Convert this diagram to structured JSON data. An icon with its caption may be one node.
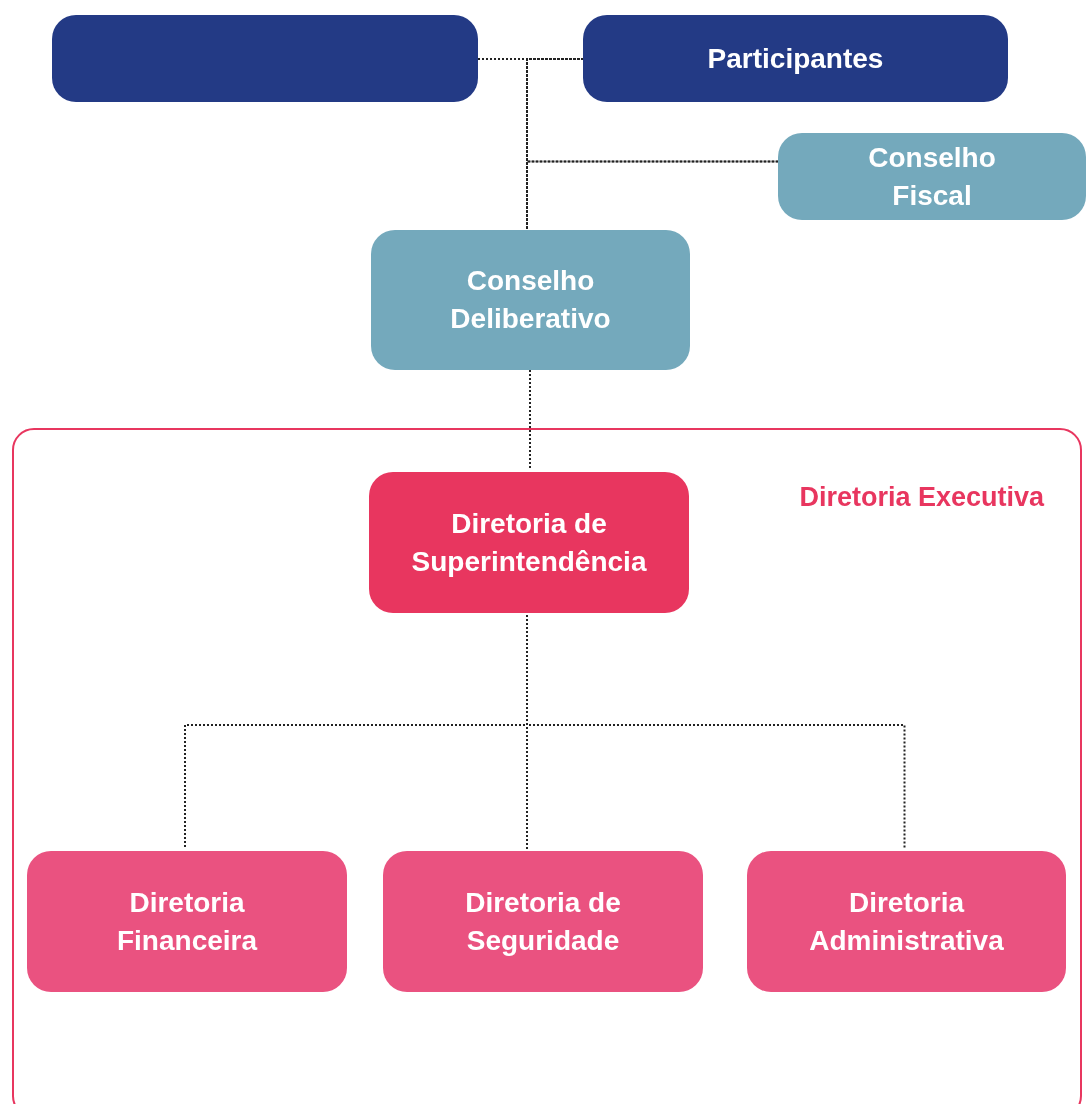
{
  "diagram": {
    "nodes": [
      {
        "text": [],
        "shape": "box"
      },
      {
        "text": [
          "Participantes"
        ]
      },
      {
        "text": [
          "Conselho Fiscal"
        ]
      },
      {
        "text": [
          "Conselho Deliberativo"
        ]
      },
      {
        "text": [
          "Diretoria Executiva"
        ]
      },
      {
        "text": [
          "Diretoria de Superintendência"
        ],
        "in": 4
      },
      {
        "text": [
          "Diretoria Financeira"
        ],
        "in": 4
      },
      {
        "text": [
          "Diretoria de Seguridade"
        ],
        "in": 4
      },
      {
        "text": [
          "Diretoria Administrativa"
        ],
        "in": 4
      }
    ],
    "edges": [
      {
        "from": 0,
        "to": 1,
        "arrow": "none",
        "style": "dashed"
      },
      {
        "from": 0,
        "to": 3,
        "arrow": "none",
        "style": "dashed"
      },
      {
        "from": 1,
        "to": 3,
        "arrow": "none",
        "style": "dashed"
      },
      {
        "from": 0,
        "to": 2,
        "arrow": "none",
        "style": "dashed"
      },
      {
        "from": 1,
        "to": 2,
        "arrow": "none",
        "style": "dashed"
      },
      {
        "from": 3,
        "to": 5,
        "arrow": "none",
        "style": "dashed"
      },
      {
        "from": 5,
        "to": 6,
        "arrow": "none",
        "style": "dashed"
      },
      {
        "from": 5,
        "to": 7,
        "arrow": "none",
        "style": "dashed"
      },
      {
        "from": 5,
        "to": 8,
        "arrow": "none",
        "style": "dashed"
      }
    ]
  }
}
